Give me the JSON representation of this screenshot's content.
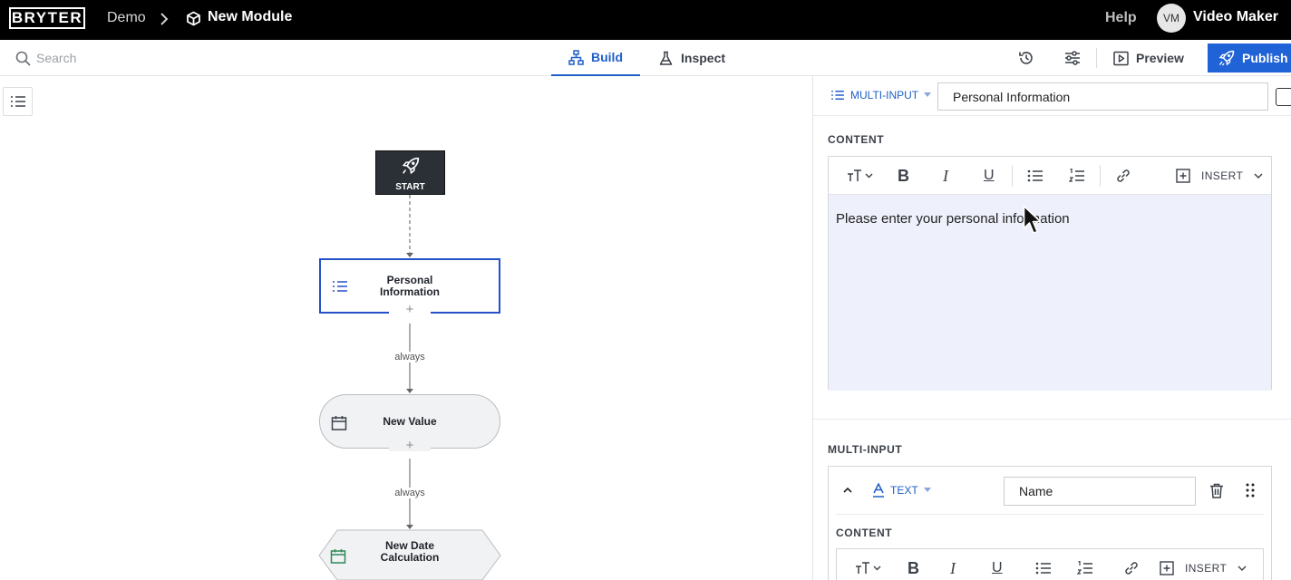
{
  "topbar": {
    "logo": "BRYTER",
    "breadcrumb_project": "Demo",
    "breadcrumb_module": "New Module",
    "help": "Help",
    "avatar_initials": "VM",
    "user_name": "Video Maker"
  },
  "toolbar": {
    "search_placeholder": "Search",
    "tabs": [
      {
        "label": "Build",
        "active": true
      },
      {
        "label": "Inspect",
        "active": false
      }
    ],
    "preview_label": "Preview",
    "publish_label": "Publish",
    "accent_color": "#1f63d6"
  },
  "flow": {
    "start_label": "START",
    "nodes": [
      {
        "label": "Personal Information",
        "icon": "list-icon",
        "selected": true
      },
      {
        "label": "New Value",
        "icon": "calendar-icon",
        "selected": false
      },
      {
        "label": "New Date Calculation",
        "icon": "calendar-icon",
        "selected": false
      }
    ],
    "edges": [
      "always",
      "always"
    ]
  },
  "panel": {
    "node_type": "MULTI-INPUT",
    "node_name": "Personal Information",
    "content_label": "CONTENT",
    "insert_label": "INSERT",
    "content_text": "Please enter your personal information",
    "multi_input_label": "MULTI-INPUT",
    "input_item": {
      "type": "TEXT",
      "name": "Name",
      "content_label": "CONTENT",
      "insert_label": "INSERT"
    }
  }
}
